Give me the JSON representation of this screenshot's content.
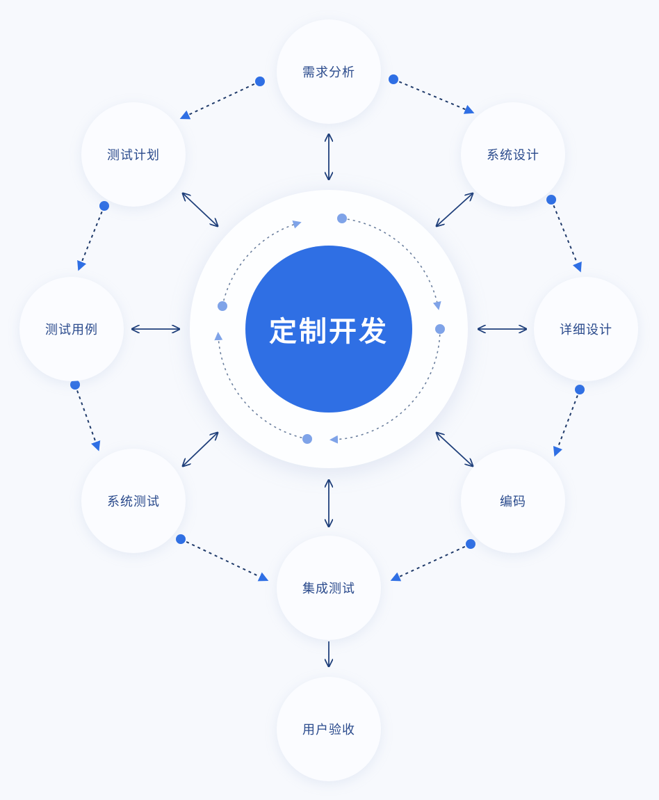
{
  "center": {
    "label": "定制开发",
    "color": "#2f6fe4"
  },
  "nodes": {
    "requirements": "需求分析",
    "system_design": "系统设计",
    "detailed_design": "详细设计",
    "coding": "编码",
    "integration_test": "集成测试",
    "acceptance": "用户验收",
    "system_test": "系统测试",
    "test_cases": "测试用例",
    "test_plan": "测试计划"
  },
  "colors": {
    "accent": "#2f6fe4",
    "arrow": "#1f3f7a",
    "text": "#2a4a8c"
  }
}
